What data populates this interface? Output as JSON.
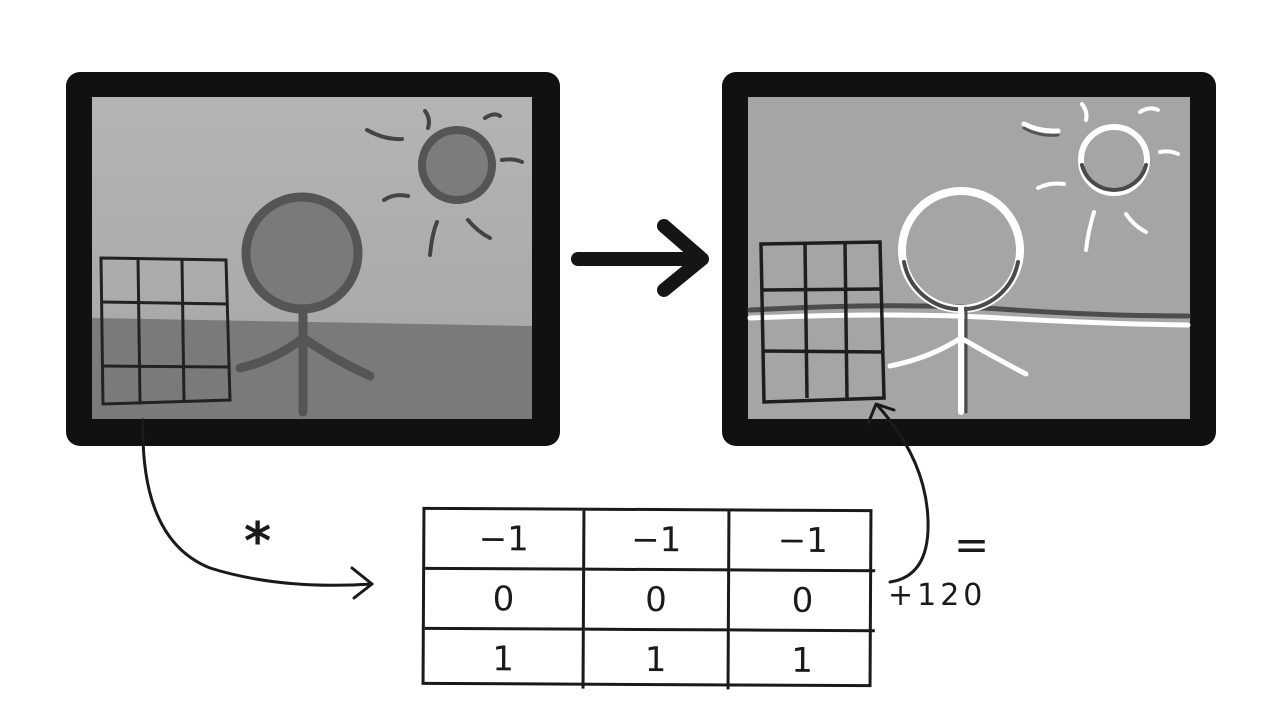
{
  "diagram": {
    "kernel": [
      [
        "−1",
        "−1",
        "−1"
      ],
      [
        "0",
        "0",
        "0"
      ],
      [
        "1",
        "1",
        "1"
      ]
    ],
    "convolution_symbol": "*",
    "equals_symbol": "=",
    "bias": "+120"
  },
  "colors": {
    "frame": "#111111",
    "sky": "#a9a9a9",
    "ground": "#7a7a7a",
    "sun": "#7c7c7c",
    "output_background": "#a5a5a5",
    "edge_highlight": "#ffffff"
  }
}
